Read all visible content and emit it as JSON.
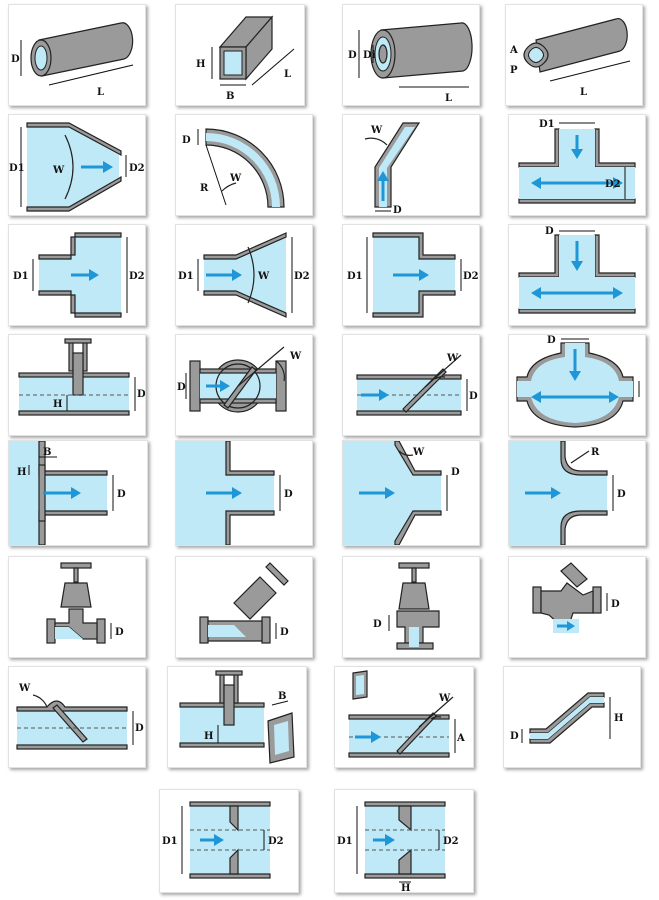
{
  "colors": {
    "fluid": "#bfe9f6",
    "wall": "#9a9a9a",
    "arrow": "#1e96d8",
    "outline": "#222222"
  },
  "tiles": [
    {
      "labels": [
        "D",
        "L"
      ]
    },
    {
      "labels": [
        "H",
        "B",
        "L"
      ]
    },
    {
      "labels": [
        "D",
        "Di",
        "L"
      ]
    },
    {
      "labels": [
        "A",
        "P",
        "L"
      ]
    },
    {
      "labels": [
        "D1",
        "W",
        "D2"
      ]
    },
    {
      "labels": [
        "D",
        "R",
        "W"
      ]
    },
    {
      "labels": [
        "W",
        "D"
      ]
    },
    {
      "labels": [
        "D1",
        "D2"
      ]
    },
    {
      "labels": [
        "D1",
        "D2"
      ]
    },
    {
      "labels": [
        "D1",
        "W",
        "D2"
      ]
    },
    {
      "labels": [
        "D1",
        "D2"
      ]
    },
    {
      "labels": [
        "D"
      ]
    },
    {
      "labels": [
        "H",
        "D"
      ]
    },
    {
      "labels": [
        "D",
        "W"
      ]
    },
    {
      "labels": [
        "W",
        "D"
      ]
    },
    {
      "labels": [
        "D"
      ]
    },
    {
      "labels": [
        "B",
        "H",
        "D"
      ]
    },
    {
      "labels": [
        "D"
      ]
    },
    {
      "labels": [
        "W",
        "D"
      ]
    },
    {
      "labels": [
        "R",
        "D"
      ]
    },
    {
      "labels": [
        "D"
      ]
    },
    {
      "labels": [
        "D"
      ]
    },
    {
      "labels": [
        "D"
      ]
    },
    {
      "labels": [
        "D"
      ]
    },
    {
      "labels": [
        "W",
        "D"
      ]
    },
    {
      "labels": [
        "B",
        "H"
      ]
    },
    {
      "labels": [
        "W",
        "A"
      ]
    },
    {
      "labels": [
        "D",
        "H"
      ]
    },
    {
      "labels": [
        "D1",
        "D2"
      ]
    },
    {
      "labels": [
        "D1",
        "D2",
        "H"
      ]
    }
  ]
}
